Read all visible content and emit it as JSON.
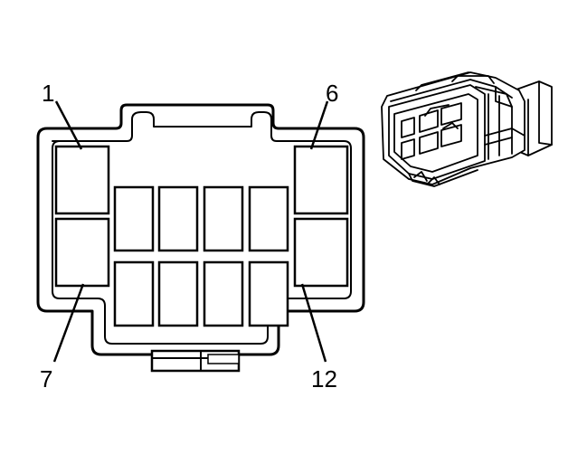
{
  "labels": {
    "pin_1": "1",
    "pin_6": "6",
    "pin_7": "7",
    "pin_12": "12"
  },
  "colors": {
    "line": "#000000",
    "background": "#ffffff"
  }
}
